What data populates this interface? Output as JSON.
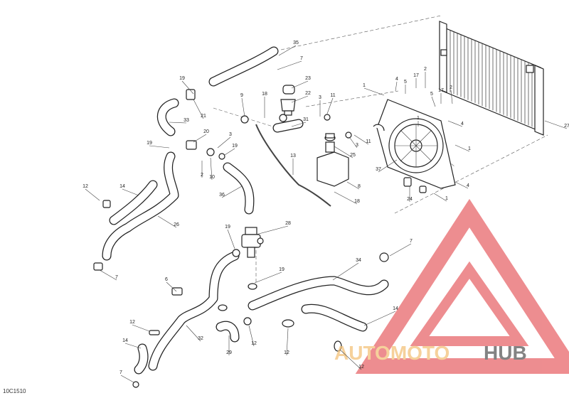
{
  "diagram": {
    "reference_code": "10C1510",
    "callouts": [
      {
        "id": "c35",
        "text": "35"
      },
      {
        "id": "c7a",
        "text": "7"
      },
      {
        "id": "c19a",
        "text": "19"
      },
      {
        "id": "c23",
        "text": "23"
      },
      {
        "id": "c22",
        "text": "22"
      },
      {
        "id": "c9a",
        "text": "9"
      },
      {
        "id": "c18a",
        "text": "18"
      },
      {
        "id": "c3a",
        "text": "3"
      },
      {
        "id": "c11a",
        "text": "11"
      },
      {
        "id": "c21",
        "text": "21"
      },
      {
        "id": "c33",
        "text": "33"
      },
      {
        "id": "c31",
        "text": "31"
      },
      {
        "id": "c19b",
        "text": "19"
      },
      {
        "id": "c20",
        "text": "20"
      },
      {
        "id": "c3b",
        "text": "3"
      },
      {
        "id": "c19c",
        "text": "19"
      },
      {
        "id": "c2a",
        "text": "2"
      },
      {
        "id": "c10",
        "text": "10"
      },
      {
        "id": "c25",
        "text": "25"
      },
      {
        "id": "c3c",
        "text": "3"
      },
      {
        "id": "c11b",
        "text": "11"
      },
      {
        "id": "c13",
        "text": "13"
      },
      {
        "id": "c8",
        "text": "8"
      },
      {
        "id": "c18b",
        "text": "18"
      },
      {
        "id": "c12a",
        "text": "12"
      },
      {
        "id": "c14a",
        "text": "14"
      },
      {
        "id": "c36",
        "text": "36"
      },
      {
        "id": "c26",
        "text": "26"
      },
      {
        "id": "c19d",
        "text": "19"
      },
      {
        "id": "c28",
        "text": "28"
      },
      {
        "id": "c7b",
        "text": "7"
      },
      {
        "id": "c6",
        "text": "6"
      },
      {
        "id": "c19e",
        "text": "19"
      },
      {
        "id": "c34",
        "text": "34"
      },
      {
        "id": "c7c",
        "text": "7"
      },
      {
        "id": "c14b",
        "text": "14"
      },
      {
        "id": "c12b",
        "text": "12"
      },
      {
        "id": "c14c",
        "text": "14"
      },
      {
        "id": "c32",
        "text": "32"
      },
      {
        "id": "c29",
        "text": "29"
      },
      {
        "id": "c12c",
        "text": "12"
      },
      {
        "id": "c12d",
        "text": "12"
      },
      {
        "id": "c12e",
        "text": "12"
      },
      {
        "id": "c7d",
        "text": "7"
      },
      {
        "id": "c1a",
        "text": "1"
      },
      {
        "id": "c4a",
        "text": "4"
      },
      {
        "id": "c5a",
        "text": "5"
      },
      {
        "id": "c17a",
        "text": "17"
      },
      {
        "id": "c2b",
        "text": "2"
      },
      {
        "id": "c5b",
        "text": "5"
      },
      {
        "id": "c17b",
        "text": "17"
      },
      {
        "id": "c2c",
        "text": "2"
      },
      {
        "id": "c4b",
        "text": "4"
      },
      {
        "id": "c27",
        "text": "27"
      },
      {
        "id": "c1b",
        "text": "1"
      },
      {
        "id": "c37",
        "text": "37"
      },
      {
        "id": "c4c",
        "text": "4"
      },
      {
        "id": "c1c",
        "text": "1"
      },
      {
        "id": "c24",
        "text": "24"
      },
      {
        "id": "c1d",
        "text": "1"
      }
    ]
  },
  "watermark": {
    "part1": "AUTOMOTO",
    "part2": "HUB",
    "color_primary": "#e8676b",
    "color_secondary": "#f3c27a",
    "color_dark": "#5a5a5a"
  }
}
